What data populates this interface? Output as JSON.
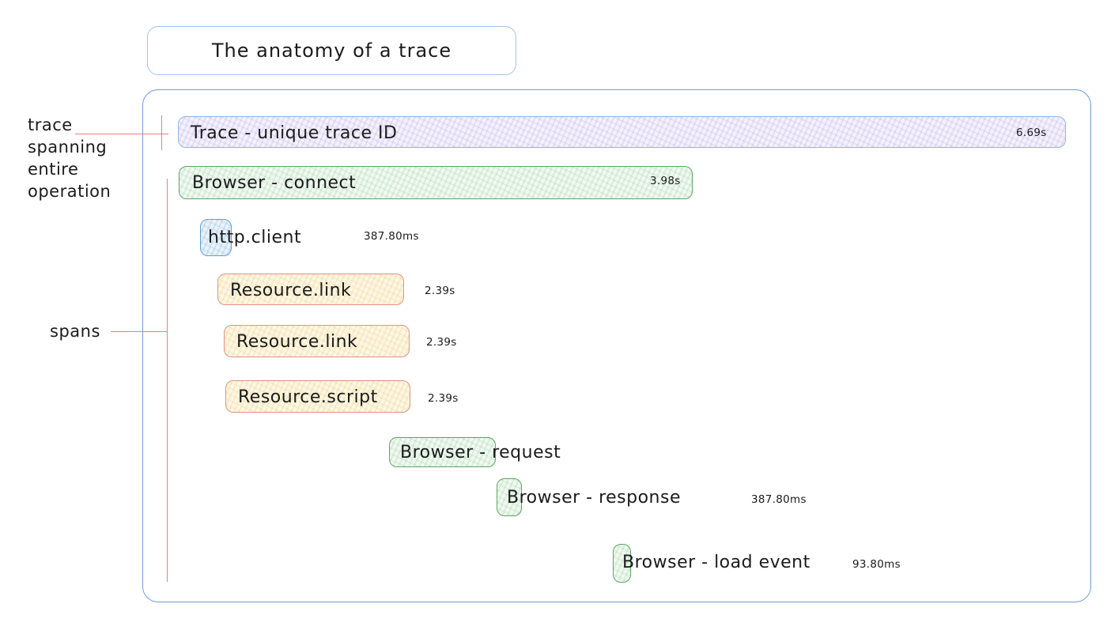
{
  "title": "The anatomy of a trace",
  "annotations": {
    "trace": [
      "trace",
      "spanning",
      "entire",
      "operation"
    ],
    "spans": "spans"
  },
  "spans": [
    {
      "label": "Trace - unique trace ID",
      "duration": "6.69s",
      "kind": "trace"
    },
    {
      "label": "Browser - connect",
      "duration": "3.98s",
      "kind": "browser"
    },
    {
      "label": "http.client",
      "duration": "387.80ms",
      "kind": "http"
    },
    {
      "label": "Resource.link",
      "duration": "2.39s",
      "kind": "resource"
    },
    {
      "label": "Resource.link",
      "duration": "2.39s",
      "kind": "resource"
    },
    {
      "label": "Resource.script",
      "duration": "2.39s",
      "kind": "resource"
    },
    {
      "label": "Browser - request",
      "duration": "",
      "kind": "browser"
    },
    {
      "label": "Browser - response",
      "duration": "387.80ms",
      "kind": "browser"
    },
    {
      "label": "Browser - load event",
      "duration": "93.80ms",
      "kind": "browser"
    }
  ],
  "colors": {
    "container_border": "#6f9ddf",
    "title_border": "#a2c3ec",
    "trace_fill": "#f4f1fc",
    "trace_border": "#94b6e8",
    "green_fill": "#f0f9f1",
    "green_border": "#59a863",
    "blue_fill": "#eaf2fb",
    "blue_border": "#659dd4",
    "yellow_fill": "#fdf7e3",
    "yellow_border": "#e49183",
    "annotation_line": "#e87f7f",
    "text": "#1b1b1b"
  }
}
